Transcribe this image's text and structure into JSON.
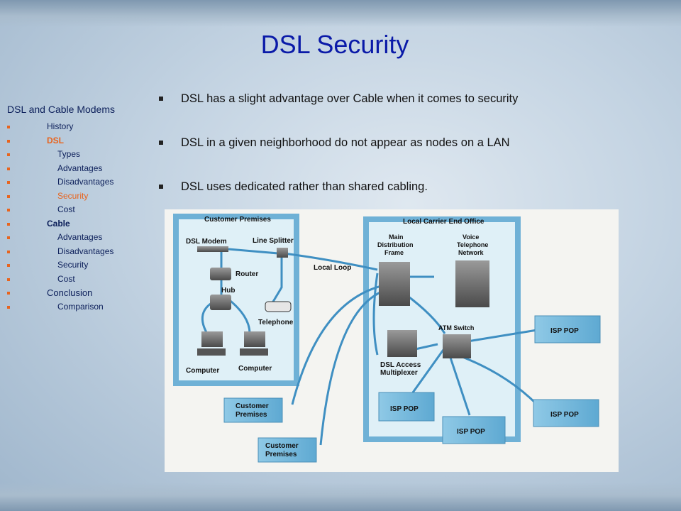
{
  "slide": {
    "title": "DSL Security"
  },
  "outline": {
    "heading": "DSL and Cable Modems",
    "items": [
      {
        "label": "History",
        "level": 1
      },
      {
        "label": "DSL",
        "level": 1
      },
      {
        "label": "Types",
        "level": 2
      },
      {
        "label": "Advantages",
        "level": 2
      },
      {
        "label": "Disadvantages",
        "level": 2
      },
      {
        "label": "Security",
        "level": 2
      },
      {
        "label": "Cost",
        "level": 2
      },
      {
        "label": "Cable",
        "level": 1
      },
      {
        "label": "Advantages",
        "level": 2
      },
      {
        "label": "Disadvantages",
        "level": 2
      },
      {
        "label": "Security",
        "level": 2
      },
      {
        "label": "Cost",
        "level": 2
      },
      {
        "label": "Conclusion",
        "level": 1
      },
      {
        "label": "Comparison",
        "level": 2
      }
    ]
  },
  "bullets": [
    "DSL has a slight advantage over Cable when it comes to security",
    "DSL in a given neighborhood do not appear as nodes on a LAN",
    "DSL uses dedicated rather than shared cabling."
  ],
  "diagram": {
    "customer_premises_label": "Customer Premises",
    "dsl_modem_label": "DSL Modem",
    "line_splitter_label": "Line Splitter",
    "router_label": "Router",
    "hub_label": "Hub",
    "telephone_label": "Telephone",
    "computer_label": "Computer",
    "local_loop_label": "Local Loop",
    "local_carrier_label": "Local Carrier End Office",
    "mdf_label_1": "Main",
    "mdf_label_2": "Distribution",
    "mdf_label_3": "Frame",
    "voice_label_1": "Voice",
    "voice_label_2": "Telephone",
    "voice_label_3": "Network",
    "atm_switch_label": "ATM Switch",
    "dslam_label_1": "DSL Access",
    "dslam_label_2": "Multiplexer",
    "isp_pop_label": "ISP POP",
    "customer_label": "Customer",
    "premises_label": "Premises"
  }
}
